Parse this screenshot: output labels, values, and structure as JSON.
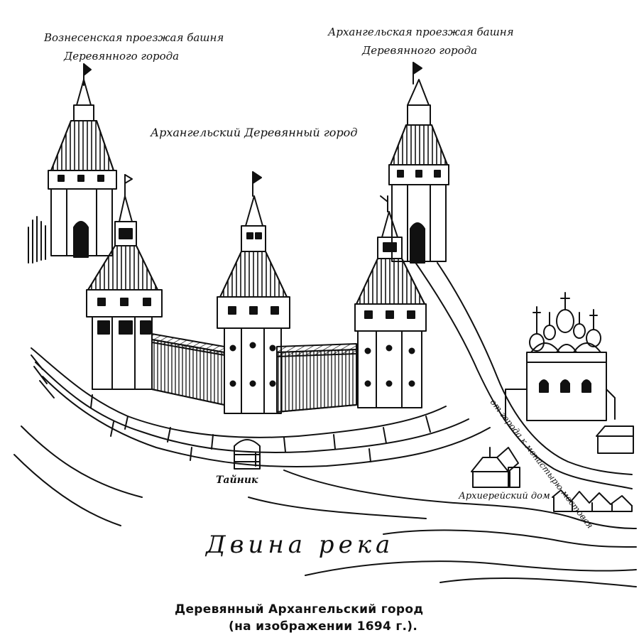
{
  "labels": {
    "voznesenskaya_tower": {
      "line1": "Вознесенская проезжая башня",
      "line2": "Деревянного города"
    },
    "arkhangelskaya_tower": {
      "line1": "Архангельская проезжая башня",
      "line2": "Деревянного города"
    },
    "wooden_town": "Архангельский Деревянный город",
    "tainik": "Тайник",
    "road": "от города к монастырю мостовая",
    "archbishop_house": "Архиерейский дом",
    "river": "Двина река"
  },
  "caption": {
    "line1": "Деревянный Архангельский город",
    "line2": "(на изображении 1694 г.)."
  },
  "colors": {
    "ink": "#111111",
    "paper": "#ffffff"
  }
}
